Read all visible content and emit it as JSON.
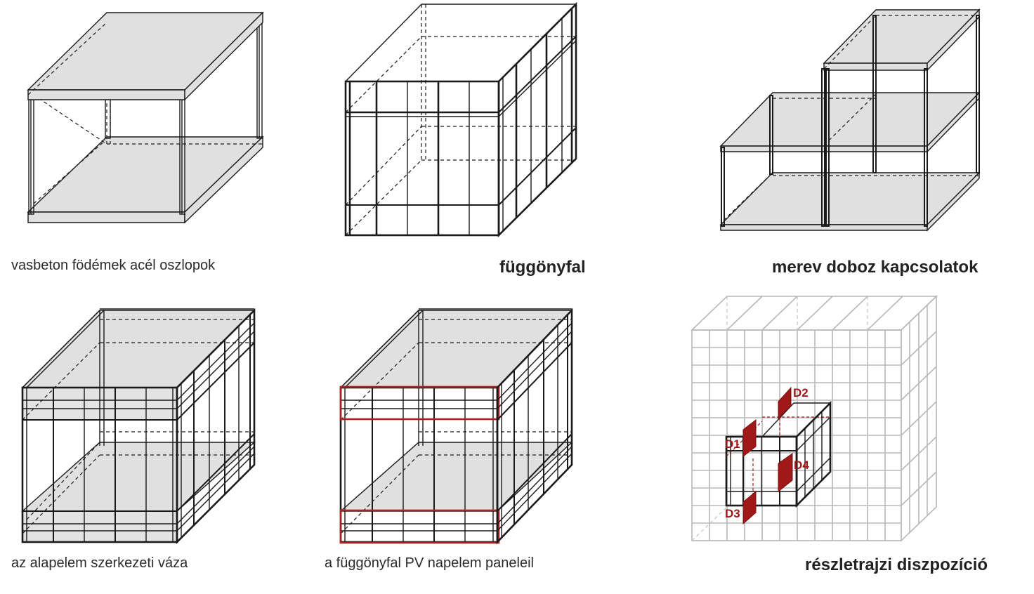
{
  "panels": [
    {
      "id": "p1",
      "caption": "vasbeton födémek acél oszlopok"
    },
    {
      "id": "p2",
      "caption": "függönyfal"
    },
    {
      "id": "p3",
      "caption": "merev doboz kapcsolatok"
    },
    {
      "id": "p4",
      "caption": "az alapelem szerkezeti váza"
    },
    {
      "id": "p5",
      "caption": "a függönyfal PV napelem paneleil"
    },
    {
      "id": "p6",
      "caption": "részletrajzi diszpozíció"
    }
  ],
  "detail_markers": [
    "D1",
    "D2",
    "D3",
    "D4"
  ],
  "colors": {
    "line": "#1a1a1a",
    "slab": "#e0e0e0",
    "accent": "#a01818",
    "ghost": "#b8b8b8"
  }
}
